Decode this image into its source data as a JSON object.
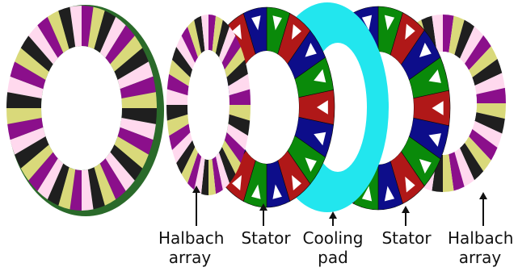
{
  "labels": [
    {
      "id": "halbach-left",
      "lines": [
        "Halbach",
        "array"
      ]
    },
    {
      "id": "stator-left",
      "lines": [
        "Stator"
      ]
    },
    {
      "id": "cooling-pad",
      "lines": [
        "Cooling",
        "pad"
      ]
    },
    {
      "id": "stator-right",
      "lines": [
        "Stator"
      ]
    },
    {
      "id": "halbach-right",
      "lines": [
        "Halbach",
        "array"
      ]
    }
  ],
  "colors": {
    "magnet_cycle": [
      "#8b0f8b",
      "#d9d97a",
      "#1f1f1f",
      "#ffd9ee"
    ],
    "stator_teeth": [
      "#0a8a0a",
      "#b01818",
      "#0d0d8a"
    ],
    "cooling_pad": "#22e6ee",
    "rim": "#2a6a2a",
    "arrow": "#111111"
  },
  "icons": [
    "arrow-up-icon"
  ]
}
